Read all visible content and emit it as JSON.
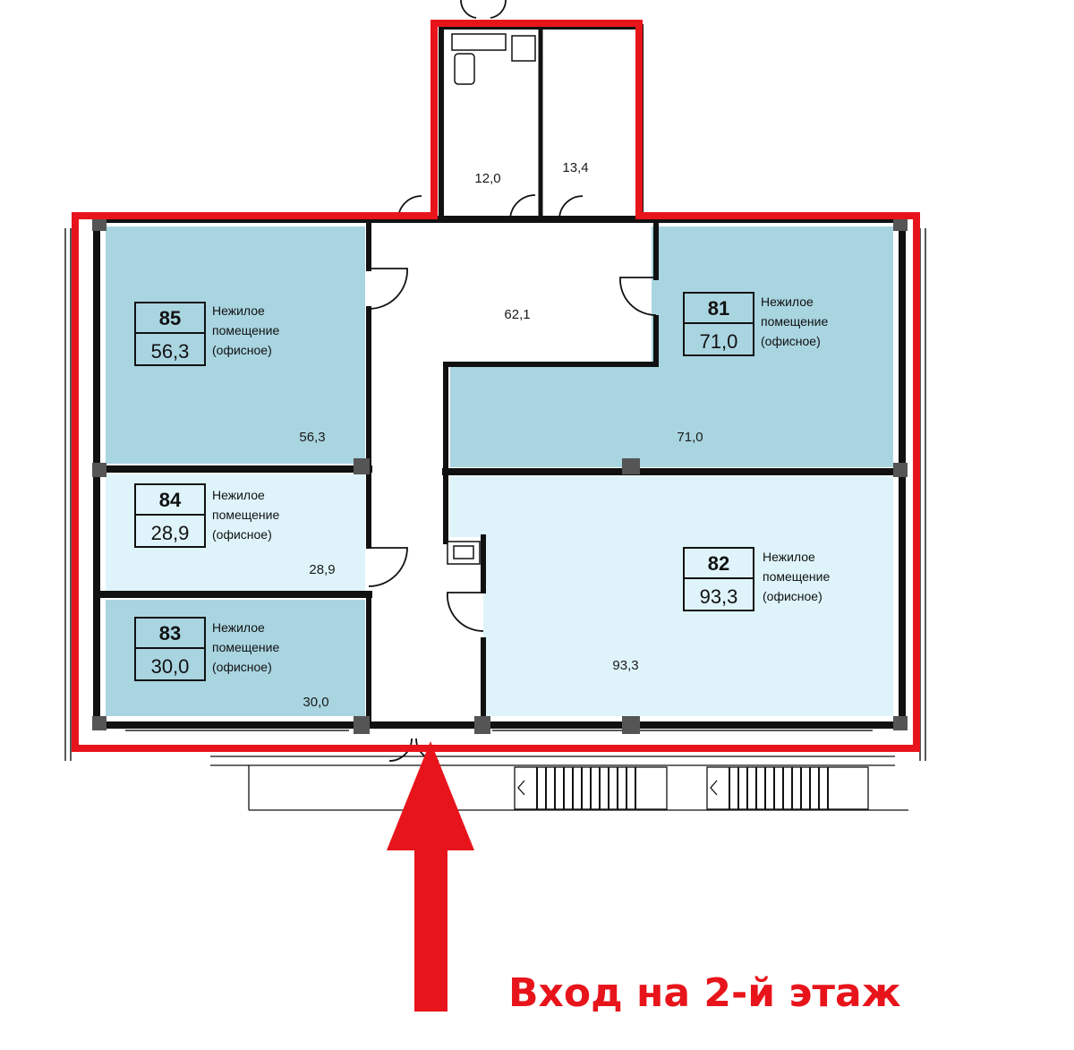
{
  "colors": {
    "room_dark": "#a9d5e1",
    "room_light": "#def4fa",
    "wall": "#111111",
    "highlight": "#e8141b"
  },
  "rooms": [
    {
      "id": "85",
      "area": "56,3",
      "line1": "Нежилое",
      "line2": "помещение",
      "line3": "(офисное)",
      "floor_area": "56,3"
    },
    {
      "id": "84",
      "area": "28,9",
      "line1": "Нежилое",
      "line2": "помещение",
      "line3": "(офисное)",
      "floor_area": "28,9"
    },
    {
      "id": "83",
      "area": "30,0",
      "line1": "Нежилое",
      "line2": "помещение",
      "line3": "(офисное)",
      "floor_area": "30,0"
    },
    {
      "id": "81",
      "area": "71,0",
      "line1": "Нежилое",
      "line2": "помещение",
      "line3": "(офисное)",
      "floor_area": "71,0"
    },
    {
      "id": "82",
      "area": "93,3",
      "line1": "Нежилое",
      "line2": "помещение",
      "line3": "(офисное)",
      "floor_area": "93,3"
    }
  ],
  "utility": {
    "left_area": "12,0",
    "right_area": "13,4"
  },
  "corridor": {
    "area": "62,1"
  },
  "entrance": {
    "label": "Вход на 2-й этаж",
    "icon": "arrow-up-icon"
  }
}
